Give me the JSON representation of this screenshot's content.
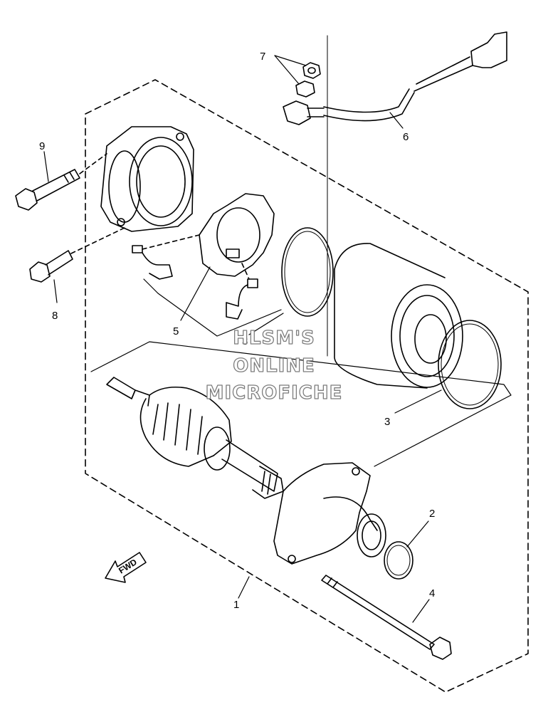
{
  "diagram": {
    "callouts": [
      "1",
      "2",
      "3",
      "3",
      "4",
      "5",
      "6",
      "7",
      "8",
      "9"
    ],
    "direction_arrow_label": "FWD"
  },
  "watermark": {
    "line1": "HLSM'S",
    "line2": "ONLINE",
    "line3": "MICROFICHE"
  }
}
